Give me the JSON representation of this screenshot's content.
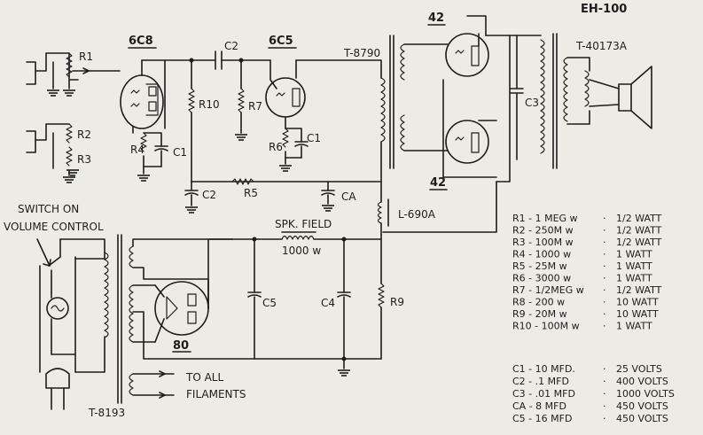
{
  "model": "EH-100",
  "tubes": {
    "preamp": "6C8",
    "driver": "6C5",
    "output_top": "42",
    "output_bottom": "42",
    "rectifier": "80"
  },
  "transformers": {
    "interstage": "T-8790",
    "output": "T-40173A",
    "power": "T-8193",
    "choke": "L-690A"
  },
  "labels": {
    "r1": "R1",
    "r2": "R2",
    "r3": "R3",
    "r4": "R4",
    "r5": "R5",
    "r6": "R6",
    "r7": "R7",
    "r9": "R9",
    "r10": "R10",
    "c1a": "C1",
    "c1b": "C1",
    "c2a": "C2",
    "c2b": "C2",
    "c3": "C3",
    "c4": "C4",
    "c5": "C5",
    "ca": "CA",
    "spk_field": "SPK. FIELD",
    "spk_field_value": "1000 w",
    "switch_line1": "SWITCH ON",
    "switch_line2": "VOLUME CONTROL",
    "filaments_line1": "TO ALL",
    "filaments_line2": "FILAMENTS"
  },
  "resistors": [
    {
      "ref": "R1 - 1 MEG w",
      "rating": "1/2 WATT"
    },
    {
      "ref": "R2 - 250M w",
      "rating": "1/2 WATT"
    },
    {
      "ref": "R3 - 100M w",
      "rating": "1/2 WATT"
    },
    {
      "ref": "R4 - 1000 w",
      "rating": "1 WATT"
    },
    {
      "ref": "R5 - 25M w",
      "rating": "1 WATT"
    },
    {
      "ref": "R6 - 3000 w",
      "rating": "1 WATT"
    },
    {
      "ref": "R7 - 1/2MEG w",
      "rating": "1/2 WATT"
    },
    {
      "ref": "R8 - 200 w",
      "rating": "10 WATT"
    },
    {
      "ref": "R9 - 20M w",
      "rating": "10 WATT"
    },
    {
      "ref": "R10 - 100M w",
      "rating": "1 WATT"
    }
  ],
  "capacitors": [
    {
      "ref": "C1 - 10 MFD.",
      "rating": "25 VOLTS"
    },
    {
      "ref": "C2 - .1 MFD",
      "rating": "400 VOLTS"
    },
    {
      "ref": "C3 - .01 MFD",
      "rating": "1000 VOLTS"
    },
    {
      "ref": "CA - 8 MFD",
      "rating": "450 VOLTS"
    },
    {
      "ref": "C5 - 16 MFD",
      "rating": "450 VOLTS"
    }
  ]
}
